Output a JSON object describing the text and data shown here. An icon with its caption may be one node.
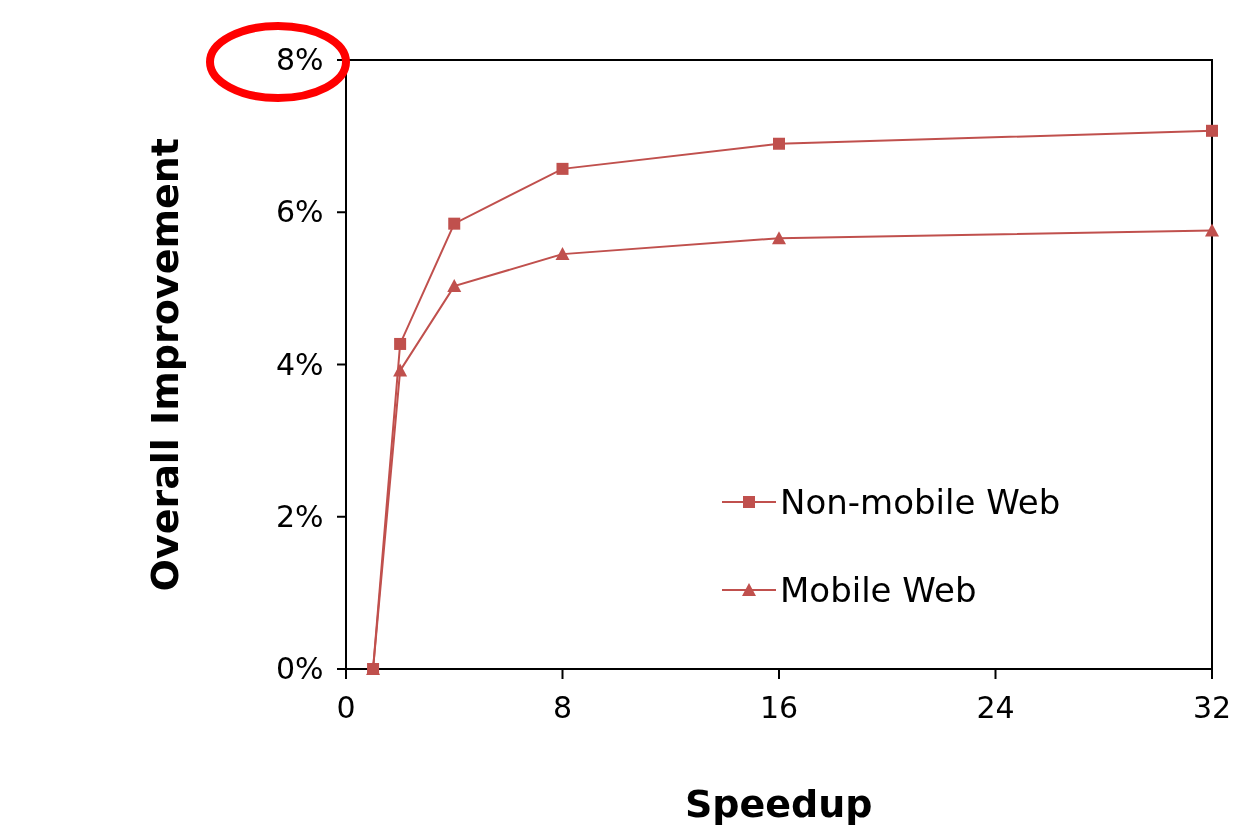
{
  "diagram": {
    "chart_data": {
      "type": "line",
      "xlabel": "Speedup",
      "ylabel": "Overall Improvement",
      "x": [
        1,
        2,
        4,
        8,
        16,
        32
      ],
      "series": [
        {
          "name": "Non-mobile Web",
          "color": "#c0504d",
          "marker": "square",
          "values": [
            0,
            4.27,
            5.85,
            6.57,
            6.9,
            7.07
          ]
        },
        {
          "name": "Mobile Web",
          "color": "#c0504d",
          "marker": "triangle",
          "values": [
            0,
            3.92,
            5.03,
            5.45,
            5.66,
            5.76
          ]
        }
      ],
      "legend": true,
      "xlim": [
        0,
        32
      ],
      "ylim": [
        0,
        8
      ],
      "xticks": [
        0,
        8,
        16,
        24,
        32
      ],
      "yticks": [
        {
          "value": 0,
          "label": "0%"
        },
        {
          "value": 2,
          "label": "2%"
        },
        {
          "value": 4,
          "label": "4%"
        },
        {
          "value": 6,
          "label": "6%"
        },
        {
          "value": 8,
          "label": "8%"
        }
      ]
    }
  }
}
